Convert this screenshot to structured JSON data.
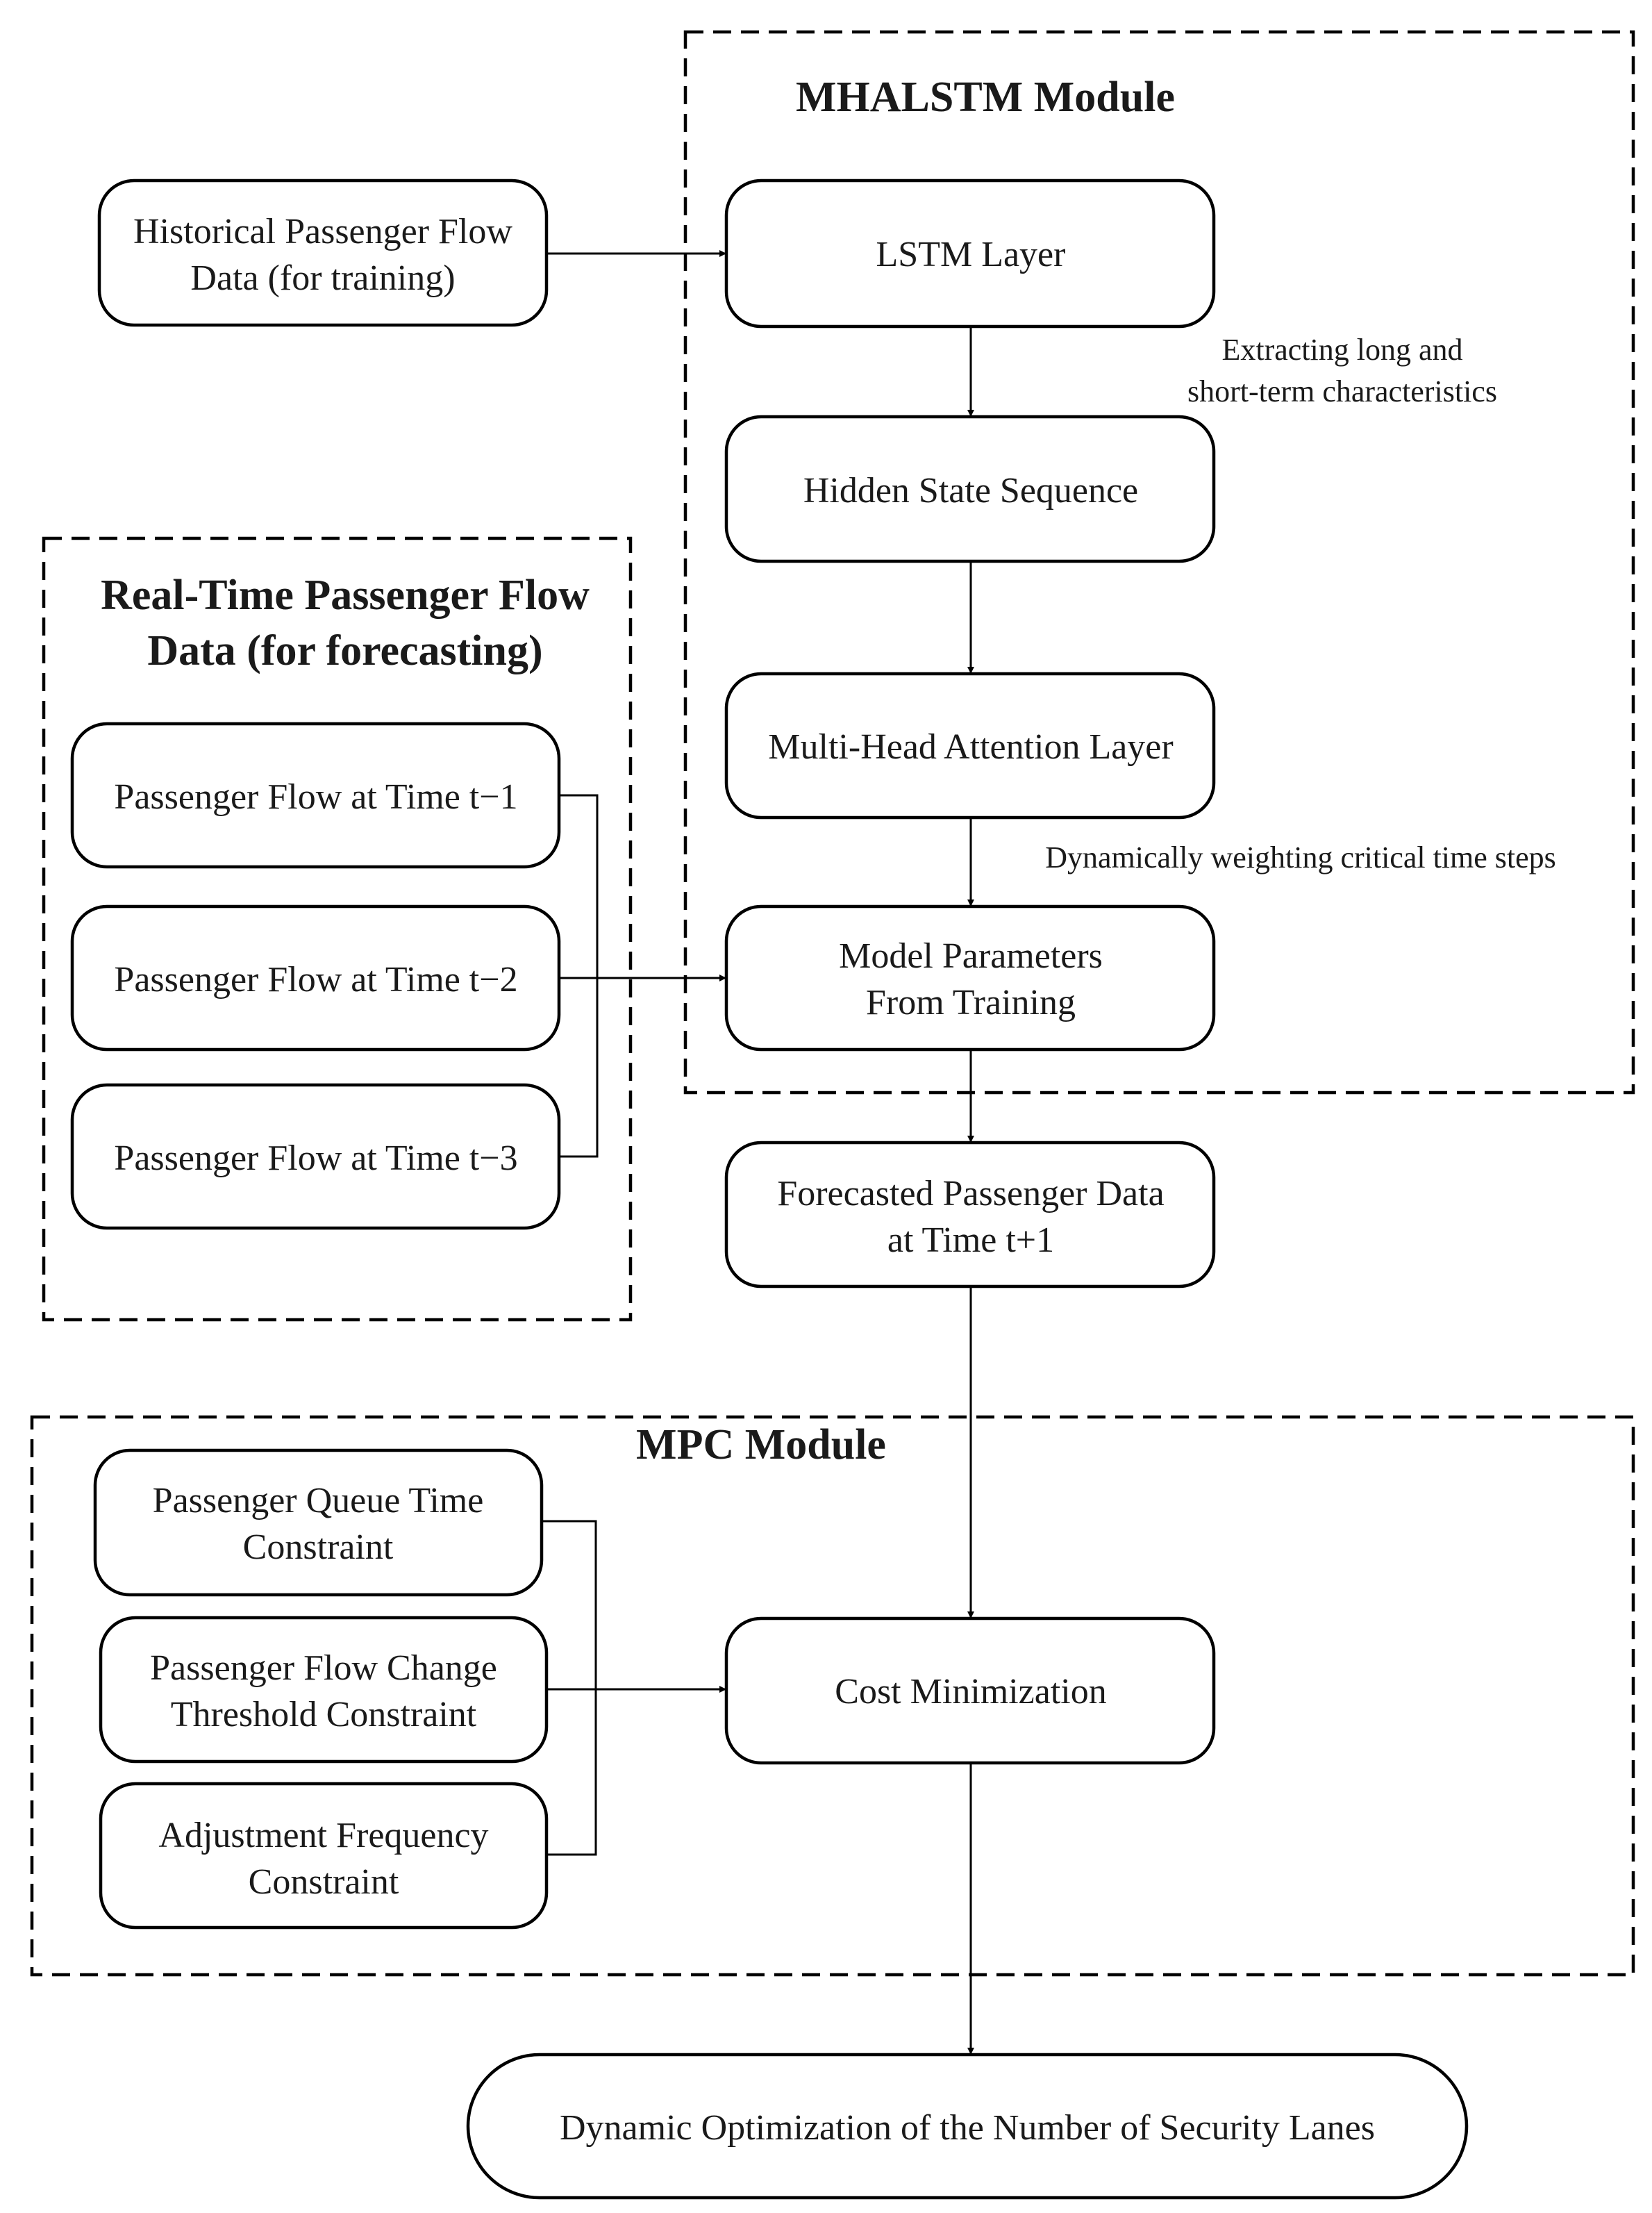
{
  "modules": {
    "mhalstm": "MHALSTM Module",
    "realtime": [
      "Real-Time Passenger Flow",
      "Data (for forecasting)"
    ],
    "mpc": "MPC Module"
  },
  "nodes": {
    "historical": [
      "Historical Passenger Flow",
      "Data (for training)"
    ],
    "lstm": [
      "LSTM Layer"
    ],
    "hidden": [
      "Hidden State Sequence"
    ],
    "attention": [
      "Multi-Head Attention Layer"
    ],
    "params": [
      "Model Parameters",
      "From Training"
    ],
    "flow_t1": [
      "Passenger Flow at Time t−1"
    ],
    "flow_t2": [
      "Passenger Flow at Time t−2"
    ],
    "flow_t3": [
      "Passenger Flow at Time t−3"
    ],
    "forecast": [
      "Forecasted Passenger Data",
      "at Time t+1"
    ],
    "queue": [
      "Passenger Queue Time",
      "Constraint"
    ],
    "change": [
      "Passenger Flow Change",
      "Threshold Constraint"
    ],
    "adjust": [
      "Adjustment Frequency",
      "Constraint"
    ],
    "cost": [
      "Cost Minimization"
    ],
    "final": [
      "Dynamic Optimization of the Number of Security Lanes"
    ]
  },
  "annotations": {
    "extract": [
      "Extracting long and",
      "short-term characteristics"
    ],
    "weight": "Dynamically weighting critical time steps"
  }
}
